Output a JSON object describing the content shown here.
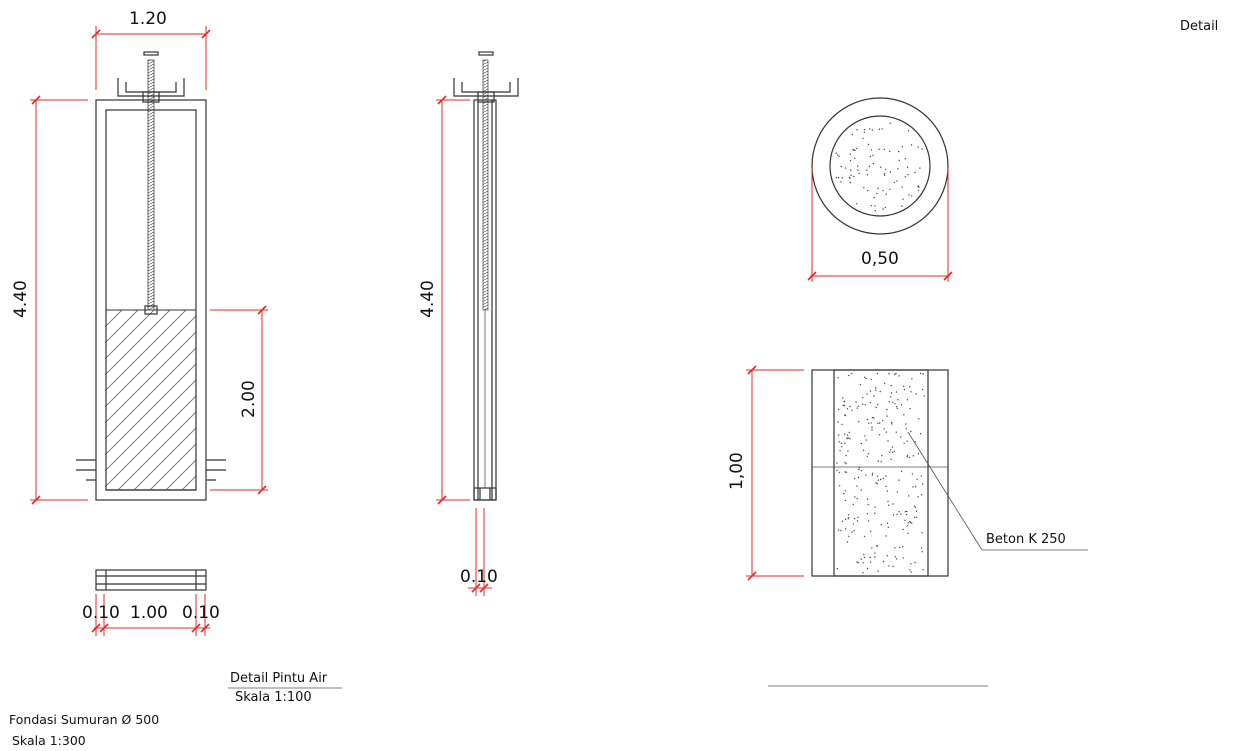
{
  "sheet_label": "Detail",
  "gate_front": {
    "width_dim": "1.20",
    "height_dim": "4.40",
    "panel_height_dim": "2.00"
  },
  "gate_plan": {
    "dims": [
      "0.10",
      "1.00",
      "0.10"
    ]
  },
  "gate_side": {
    "height_dim": "4.40",
    "thickness_dim": "0.10"
  },
  "gate_title": {
    "title": "Detail Pintu Air",
    "scale": "Skala 1:100"
  },
  "pile_plan": {
    "diameter_dim": "0,50"
  },
  "pile_section": {
    "height_dim": "1,00",
    "material_label": "Beton K 250"
  },
  "foundation_title": {
    "title": "Fondasi Sumuran Ø 500",
    "scale": "Skala 1:300"
  },
  "colors": {
    "dimension": "#e02b2b",
    "linework": "#333333"
  }
}
